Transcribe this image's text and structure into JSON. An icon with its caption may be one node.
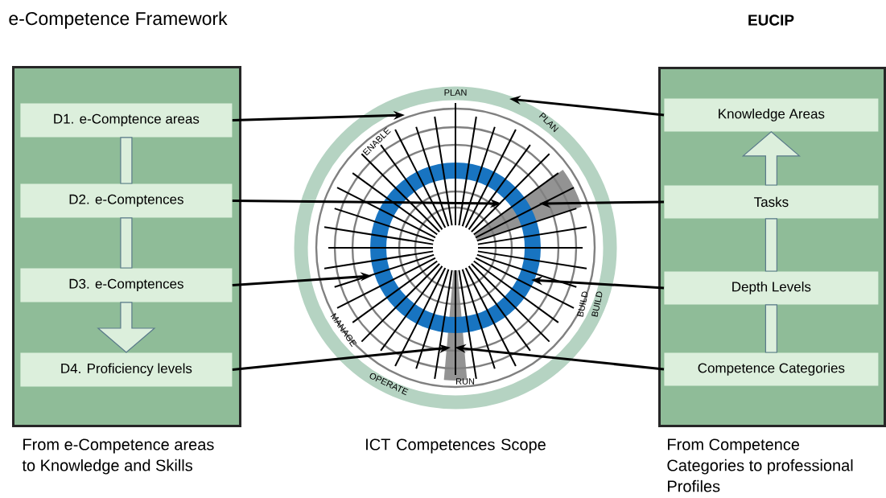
{
  "diagram": {
    "nodes": [
      {
        "text": [
          "e-Competence Framework"
        ],
        "beside": [
          "From e-Competence areas to Knowledge and Skills"
        ]
      },
      {
        "text": [
          "D1. e-Comptence areas"
        ],
        "in": 0
      },
      {
        "text": [
          "D2. e-Comptences"
        ],
        "in": 0
      },
      {
        "text": [
          "D3. e-Comptences"
        ],
        "in": 0
      },
      {
        "text": [
          "D4. Proficiency levels"
        ],
        "in": 0
      },
      {
        "text": [],
        "shape": "circle",
        "beside": [
          "ICT Competences Scope"
        ]
      },
      {
        "text": [
          "EUCIP"
        ],
        "beside": [
          "From Competence Categories to professional Profiles"
        ]
      },
      {
        "text": [
          "Knowledge Areas"
        ],
        "in": 6
      },
      {
        "text": [
          "Tasks"
        ],
        "in": 6
      },
      {
        "text": [
          "Depth Levels"
        ],
        "in": 6
      },
      {
        "text": [
          "Competence Categories"
        ],
        "in": 6
      }
    ],
    "edges": [
      {
        "from": 1,
        "to": 2,
        "arrow": "none"
      },
      {
        "from": 2,
        "to": 3,
        "arrow": "none"
      },
      {
        "from": 3,
        "to": 4,
        "arrow": "to"
      },
      {
        "from": 10,
        "to": 9,
        "arrow": "none"
      },
      {
        "from": 9,
        "to": 8,
        "arrow": "none"
      },
      {
        "from": 8,
        "to": 7,
        "arrow": "to"
      },
      {
        "from": 1,
        "to": 5,
        "arrow": "to"
      },
      {
        "from": 2,
        "to": 5,
        "arrow": "to"
      },
      {
        "from": 3,
        "to": 5,
        "arrow": "to"
      },
      {
        "from": 4,
        "to": 5,
        "arrow": "to"
      },
      {
        "from": 7,
        "to": 5,
        "arrow": "to"
      },
      {
        "from": 8,
        "to": 5,
        "arrow": "to"
      },
      {
        "from": 9,
        "to": 5,
        "arrow": "to"
      },
      {
        "from": 10,
        "to": 5,
        "arrow": "to"
      }
    ],
    "labels": [
      "PLAN",
      "ENABLE",
      "PLAN",
      "BUILD",
      "BUILD",
      "MANAGE",
      "OPERATE",
      "RUN"
    ]
  }
}
